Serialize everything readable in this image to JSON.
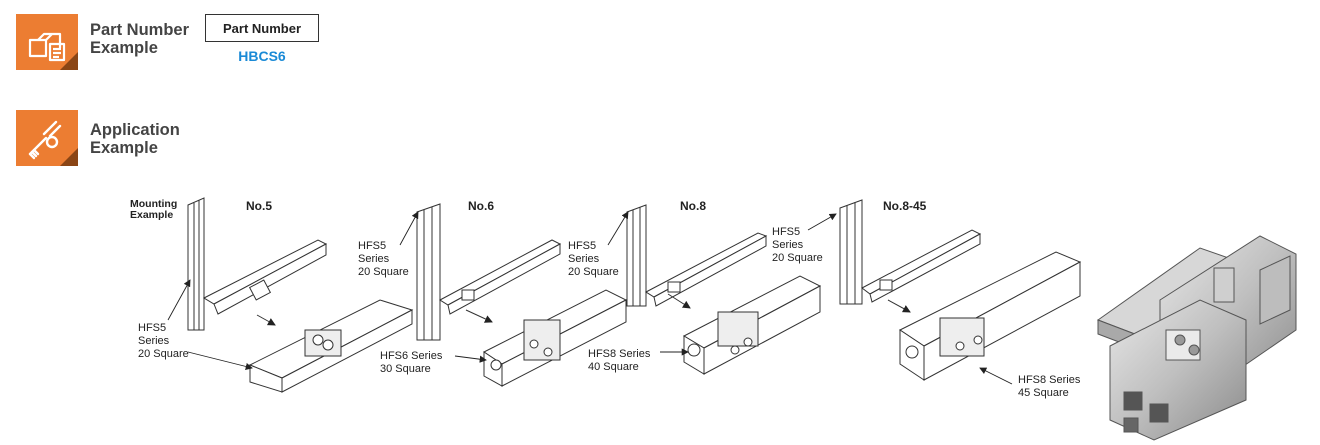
{
  "part_number_section": {
    "title_line1": "Part Number",
    "title_line2": "Example",
    "box_label": "Part Number",
    "value": "HBCS6",
    "icon": "document-box-icon"
  },
  "application_section": {
    "title_line1": "Application",
    "title_line2": "Example",
    "icon": "wrench-tool-icon"
  },
  "mounting_label": "Mounting Example",
  "examples": [
    {
      "no": "No.5",
      "top_label": "",
      "bottom_label": [
        "HFS5",
        "Series",
        "20 Square"
      ]
    },
    {
      "no": "No.6",
      "top_label": [
        "HFS5",
        "Series",
        "20 Square"
      ],
      "bottom_label": [
        "HFS6 Series",
        "30 Square"
      ]
    },
    {
      "no": "No.8",
      "top_label": [
        "HFS5",
        "Series",
        "20 Square"
      ],
      "bottom_label": [
        "HFS8 Series",
        "40 Square"
      ]
    },
    {
      "no": "No.8-45",
      "top_label": [
        "HFS5",
        "Series",
        "20 Square"
      ],
      "bottom_label": [
        "HFS8 Series",
        "45 Square"
      ]
    }
  ],
  "colors": {
    "accent": "#ec7d32",
    "link_blue": "#1a8ad6"
  }
}
